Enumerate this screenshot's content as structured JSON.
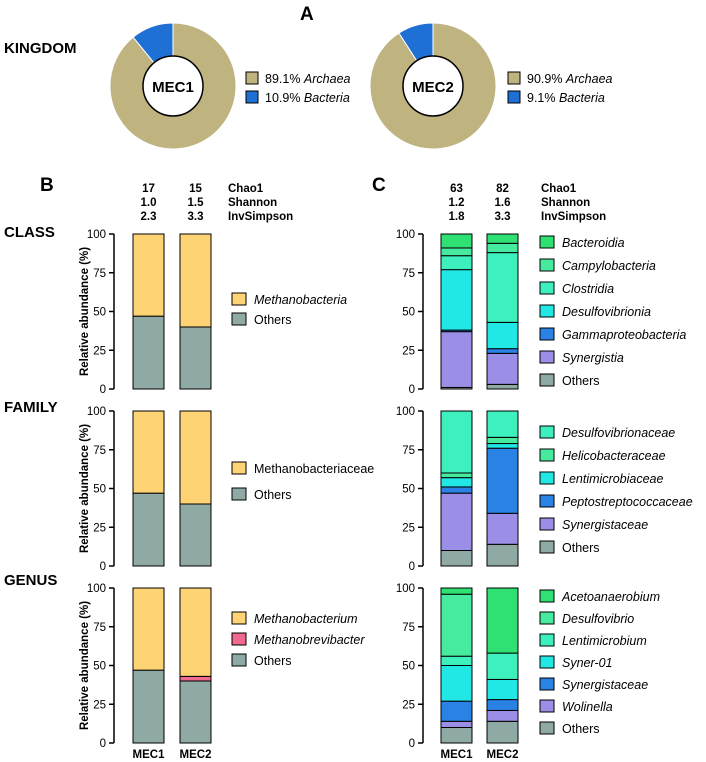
{
  "panels": {
    "a": "A",
    "b": "B",
    "c": "C"
  },
  "rows": {
    "kingdom": "KINGDOM",
    "class": "CLASS",
    "family": "FAMILY",
    "genus": "GENUS"
  },
  "colors": {
    "archaea": "#bfb37f",
    "bacteria": "#1f70d4",
    "yellow": "#fdd374",
    "others": "#8fa9a5",
    "pink": "#f0698e",
    "green1": "#2fe173",
    "green2": "#47eba0",
    "green3": "#3df0be",
    "cyan": "#22e8e5",
    "blue": "#2a82e4",
    "purple": "#9b8ee6"
  },
  "chart_data": [
    {
      "type": "pie",
      "id": "kingdom-mec1",
      "center_label": "MEC1",
      "slices": [
        {
          "label": "89.1%",
          "italic_label": "Archaea",
          "value": 89.1,
          "color": "#bfb37f"
        },
        {
          "label": "10.9%",
          "italic_label": "Bacteria",
          "value": 10.9,
          "color": "#1f70d4"
        }
      ]
    },
    {
      "type": "pie",
      "id": "kingdom-mec2",
      "center_label": "MEC2",
      "slices": [
        {
          "label": "90.9%",
          "italic_label": "Archaea",
          "value": 90.9,
          "color": "#bfb37f"
        },
        {
          "label": "9.1%",
          "italic_label": "Bacteria",
          "value": 9.1,
          "color": "#1f70d4"
        }
      ]
    },
    {
      "type": "bar",
      "stacked": true,
      "id": "archaea-class",
      "ylabel": "Relative abundance (%)",
      "ylim": [
        0,
        100
      ],
      "yticks": [
        0,
        25,
        50,
        75,
        100
      ],
      "metrics_header": [
        "Chao1",
        "Shannon",
        "InvSimpson"
      ],
      "metrics": [
        [
          "17",
          "1.0",
          "2.3"
        ],
        [
          "15",
          "1.5",
          "3.3"
        ]
      ],
      "series": [
        {
          "name": "Others",
          "italic": false,
          "color": "#8fa9a5",
          "values": [
            47,
            40
          ]
        },
        {
          "name": "Methanobacteria",
          "italic": true,
          "color": "#fdd374",
          "values": [
            53,
            60
          ]
        }
      ]
    },
    {
      "type": "bar",
      "stacked": true,
      "id": "archaea-family",
      "ylabel": "Relative abundance (%)",
      "ylim": [
        0,
        100
      ],
      "yticks": [
        0,
        25,
        50,
        75,
        100
      ],
      "series": [
        {
          "name": "Others",
          "italic": false,
          "color": "#8fa9a5",
          "values": [
            47,
            40
          ]
        },
        {
          "name": "Methanobacteriaceae",
          "italic": false,
          "color": "#fdd374",
          "values": [
            53,
            60
          ]
        }
      ]
    },
    {
      "type": "bar",
      "stacked": true,
      "id": "archaea-genus",
      "ylabel": "Relative abundance (%)",
      "ylim": [
        0,
        100
      ],
      "yticks": [
        0,
        25,
        50,
        75,
        100
      ],
      "categories": [
        "MEC1",
        "MEC2"
      ],
      "series": [
        {
          "name": "Others",
          "italic": false,
          "color": "#8fa9a5",
          "values": [
            47,
            40
          ]
        },
        {
          "name": "Methanobrevibacter",
          "italic": true,
          "color": "#f0698e",
          "values": [
            0,
            3
          ]
        },
        {
          "name": "Methanobacterium",
          "italic": true,
          "color": "#fdd374",
          "values": [
            53,
            57
          ]
        }
      ]
    },
    {
      "type": "bar",
      "stacked": true,
      "id": "bacteria-class",
      "ylim": [
        0,
        100
      ],
      "yticks": [
        0,
        25,
        50,
        75,
        100
      ],
      "metrics": [
        [
          "63",
          "1.2",
          "1.8"
        ],
        [
          "82",
          "1.6",
          "3.3"
        ]
      ],
      "series": [
        {
          "name": "Others",
          "italic": false,
          "color": "#8fa9a5",
          "values": [
            1,
            3
          ]
        },
        {
          "name": "Synergistia",
          "italic": true,
          "color": "#9b8ee6",
          "values": [
            36,
            20
          ]
        },
        {
          "name": "Gammaproteobacteria",
          "italic": true,
          "color": "#2a82e4",
          "values": [
            1,
            3
          ]
        },
        {
          "name": "Desulfovibrionia",
          "italic": true,
          "color": "#22e8e5",
          "values": [
            39,
            17
          ]
        },
        {
          "name": "Clostridia",
          "italic": true,
          "color": "#3df0be",
          "values": [
            9,
            45
          ]
        },
        {
          "name": "Campylobacteria",
          "italic": true,
          "color": "#47eba0",
          "values": [
            5,
            6
          ]
        },
        {
          "name": "Bacteroidia",
          "italic": true,
          "color": "#2fe173",
          "values": [
            9,
            6
          ]
        }
      ]
    },
    {
      "type": "bar",
      "stacked": true,
      "id": "bacteria-family",
      "ylim": [
        0,
        100
      ],
      "yticks": [
        0,
        25,
        50,
        75,
        100
      ],
      "series": [
        {
          "name": "Others",
          "italic": false,
          "color": "#8fa9a5",
          "values": [
            10,
            14
          ]
        },
        {
          "name": "Synergistaceae",
          "italic": true,
          "color": "#9b8ee6",
          "values": [
            37,
            20
          ]
        },
        {
          "name": "Peptostreptococcaceae",
          "italic": true,
          "color": "#2a82e4",
          "values": [
            4,
            42
          ]
        },
        {
          "name": "Lentimicrobiaceae",
          "italic": true,
          "color": "#22e8e5",
          "values": [
            6,
            3
          ]
        },
        {
          "name": "Helicobacteraceae",
          "italic": true,
          "color": "#47eba0",
          "values": [
            3,
            4
          ]
        },
        {
          "name": "Desulfovibrionaceae",
          "italic": true,
          "color": "#3df0be",
          "values": [
            40,
            17
          ]
        }
      ]
    },
    {
      "type": "bar",
      "stacked": true,
      "id": "bacteria-genus",
      "ylim": [
        0,
        100
      ],
      "yticks": [
        0,
        25,
        50,
        75,
        100
      ],
      "categories": [
        "MEC1",
        "MEC2"
      ],
      "series": [
        {
          "name": "Others",
          "italic": false,
          "color": "#8fa9a5",
          "values": [
            10,
            14
          ]
        },
        {
          "name": "Wolinella",
          "italic": true,
          "color": "#9b8ee6",
          "values": [
            4,
            7
          ]
        },
        {
          "name": "Synergistaceae",
          "italic": true,
          "color": "#2a82e4",
          "values": [
            13,
            7
          ]
        },
        {
          "name": "Syner-01",
          "italic": true,
          "color": "#22e8e5",
          "values": [
            23,
            13
          ]
        },
        {
          "name": "Lentimicrobium",
          "italic": true,
          "color": "#3df0be",
          "values": [
            6,
            17
          ]
        },
        {
          "name": "Desulfovibrio",
          "italic": true,
          "color": "#47eba0",
          "values": [
            40,
            0
          ]
        },
        {
          "name": "Acetoanaerobium",
          "italic": true,
          "color": "#2fe173",
          "values": [
            4,
            42
          ]
        }
      ]
    }
  ]
}
